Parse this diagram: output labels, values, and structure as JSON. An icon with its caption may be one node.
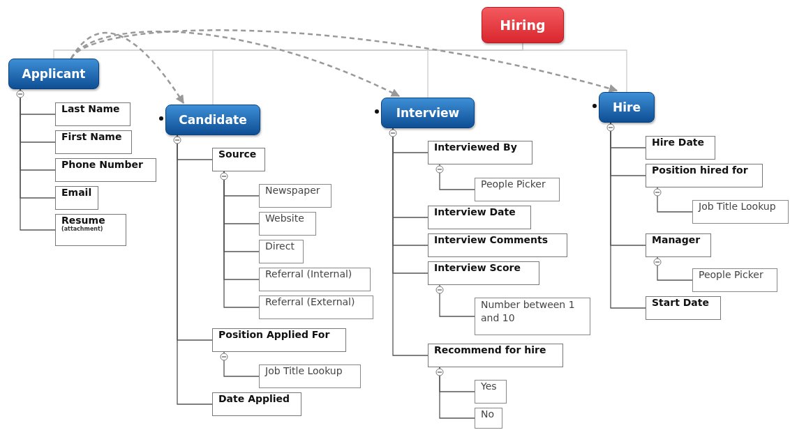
{
  "diagram": {
    "nodes": [
      {
        "text": [
          "Hiring"
        ]
      },
      {
        "text": [
          "Applicant"
        ]
      },
      {
        "text": [
          "Last Name"
        ]
      },
      {
        "text": [
          "First Name"
        ]
      },
      {
        "text": [
          "Phone Number"
        ]
      },
      {
        "text": [
          "Email"
        ]
      },
      {
        "text": [
          "Resume",
          "(attachment)"
        ]
      },
      {
        "text": [
          "Candidate"
        ]
      },
      {
        "text": [
          "Source"
        ]
      },
      {
        "text": [
          "Newspaper"
        ]
      },
      {
        "text": [
          "Website"
        ]
      },
      {
        "text": [
          "Direct"
        ]
      },
      {
        "text": [
          "Referral (Internal)"
        ]
      },
      {
        "text": [
          "Referral (External)"
        ]
      },
      {
        "text": [
          "Position Applied For"
        ]
      },
      {
        "text": [
          "Job Title Lookup"
        ]
      },
      {
        "text": [
          "Date Applied"
        ]
      },
      {
        "text": [
          "Interview"
        ]
      },
      {
        "text": [
          "Interviewed By"
        ]
      },
      {
        "text": [
          "People Picker"
        ]
      },
      {
        "text": [
          "Interview Date"
        ]
      },
      {
        "text": [
          "Interview Comments"
        ]
      },
      {
        "text": [
          "Interview Score"
        ]
      },
      {
        "text": [
          "Number between 1 and 10"
        ]
      },
      {
        "text": [
          "Recommend for hire"
        ]
      },
      {
        "text": [
          "Yes"
        ]
      },
      {
        "text": [
          "No"
        ]
      },
      {
        "text": [
          "Hire"
        ]
      },
      {
        "text": [
          "Hire Date"
        ]
      },
      {
        "text": [
          "Position hired for"
        ]
      },
      {
        "text": [
          "Job Title Lookup"
        ]
      },
      {
        "text": [
          "Manager"
        ]
      },
      {
        "text": [
          "People Picker"
        ]
      },
      {
        "text": [
          "Start Date"
        ]
      }
    ],
    "edges": [
      {
        "from": 0,
        "to": 1,
        "arrow": "none",
        "color": "#cccccc"
      },
      {
        "from": 0,
        "to": 7,
        "arrow": "none",
        "color": "#cccccc"
      },
      {
        "from": 0,
        "to": 17,
        "arrow": "none",
        "color": "#cccccc"
      },
      {
        "from": 0,
        "to": 27,
        "arrow": "none",
        "color": "#cccccc"
      },
      {
        "from": 1,
        "to": 2,
        "arrow": "none"
      },
      {
        "from": 1,
        "to": 3,
        "arrow": "none"
      },
      {
        "from": 1,
        "to": 4,
        "arrow": "none"
      },
      {
        "from": 1,
        "to": 5,
        "arrow": "none"
      },
      {
        "from": 1,
        "to": 6,
        "arrow": "none"
      },
      {
        "from": 7,
        "to": 8,
        "arrow": "none"
      },
      {
        "from": 8,
        "to": 9,
        "arrow": "none"
      },
      {
        "from": 8,
        "to": 10,
        "arrow": "none"
      },
      {
        "from": 8,
        "to": 11,
        "arrow": "none"
      },
      {
        "from": 8,
        "to": 12,
        "arrow": "none"
      },
      {
        "from": 8,
        "to": 13,
        "arrow": "none"
      },
      {
        "from": 7,
        "to": 14,
        "arrow": "none"
      },
      {
        "from": 14,
        "to": 15,
        "arrow": "none"
      },
      {
        "from": 7,
        "to": 16,
        "arrow": "none"
      },
      {
        "from": 17,
        "to": 18,
        "arrow": "none"
      },
      {
        "from": 18,
        "to": 19,
        "arrow": "none"
      },
      {
        "from": 17,
        "to": 20,
        "arrow": "none"
      },
      {
        "from": 17,
        "to": 21,
        "arrow": "none"
      },
      {
        "from": 17,
        "to": 22,
        "arrow": "none"
      },
      {
        "from": 22,
        "to": 23,
        "arrow": "none"
      },
      {
        "from": 17,
        "to": 24,
        "arrow": "none"
      },
      {
        "from": 24,
        "to": 25,
        "arrow": "none"
      },
      {
        "from": 24,
        "to": 26,
        "arrow": "none"
      },
      {
        "from": 27,
        "to": 28,
        "arrow": "none"
      },
      {
        "from": 27,
        "to": 29,
        "arrow": "none"
      },
      {
        "from": 29,
        "to": 30,
        "arrow": "none"
      },
      {
        "from": 27,
        "to": 31,
        "arrow": "none"
      },
      {
        "from": 31,
        "to": 32,
        "arrow": "none"
      },
      {
        "from": 27,
        "to": 33,
        "arrow": "none"
      },
      {
        "from": 1,
        "to": 7,
        "arrow": "to",
        "style": "dashed",
        "color": "#999999"
      },
      {
        "from": 1,
        "to": 17,
        "arrow": "to",
        "style": "dashed",
        "color": "#999999"
      },
      {
        "from": 1,
        "to": 27,
        "arrow": "to",
        "style": "dashed",
        "color": "#999999"
      }
    ]
  }
}
